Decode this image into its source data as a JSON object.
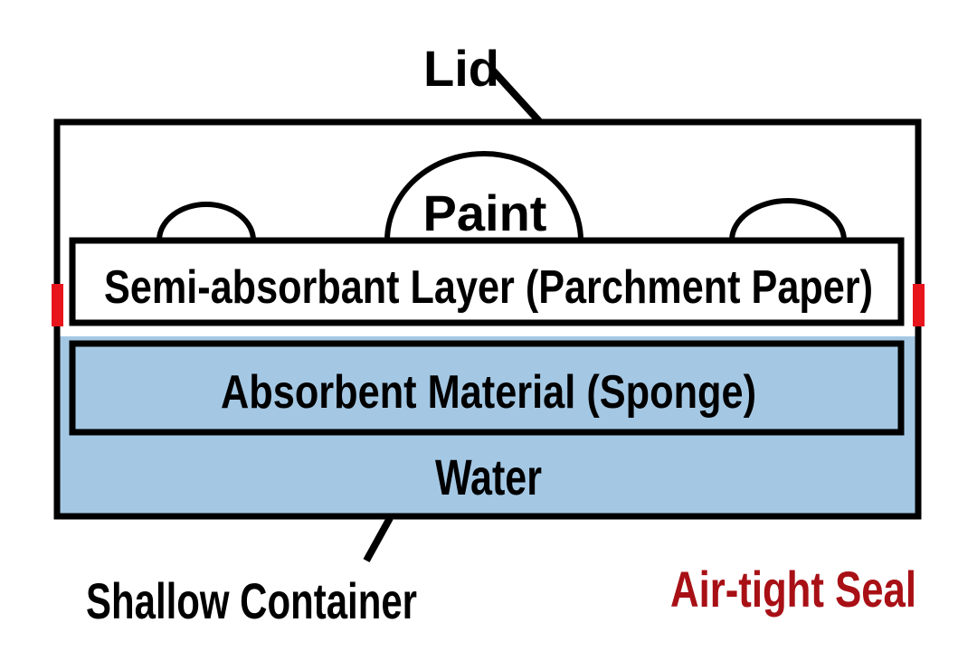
{
  "labels": {
    "lid": "Lid",
    "paint": "Paint",
    "semi_absorbant_layer": "Semi-absorbant Layer (Parchment Paper)",
    "absorbent_material": "Absorbent Material (Sponge)",
    "water": "Water",
    "shallow_container": "Shallow Container",
    "air_tight_seal": "Air-tight Seal"
  },
  "colors": {
    "outline": "#000000",
    "water": "#a4c8e4",
    "seal": "#e8141c",
    "seal_text": "#a81016",
    "background": "#ffffff"
  }
}
